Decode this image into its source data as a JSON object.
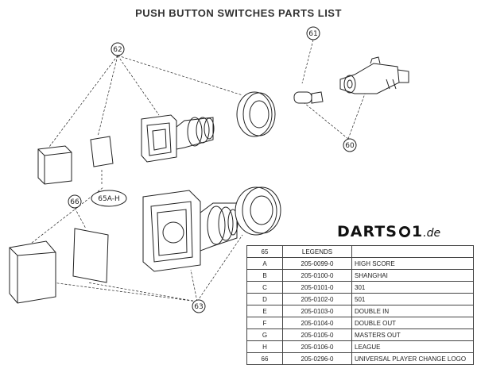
{
  "title": "PUSH BUTTON SWITCHES PARTS LIST",
  "callouts": {
    "c62": "62",
    "c61": "61",
    "c60": "60",
    "c65": "65A-H",
    "c66": "66",
    "c63": "63"
  },
  "logo": {
    "brand": "DARTS",
    "one": "1",
    "suffix": ".de"
  },
  "table": {
    "header": [
      "65",
      "LEGENDS",
      ""
    ],
    "rows": [
      [
        "A",
        "205-0099-0",
        "HIGH SCORE"
      ],
      [
        "B",
        "205-0100-0",
        "SHANGHAI"
      ],
      [
        "C",
        "205-0101-0",
        "301"
      ],
      [
        "D",
        "205-0102-0",
        "501"
      ],
      [
        "E",
        "205-0103-0",
        "DOUBLE IN"
      ],
      [
        "F",
        "205-0104-0",
        "DOUBLE OUT"
      ],
      [
        "G",
        "205-0105-0",
        "MASTERS OUT"
      ],
      [
        "H",
        "205-0106-0",
        "LEAGUE"
      ],
      [
        "66",
        "205-0296-0",
        "UNIVERSAL PLAYER CHANGE LOGO"
      ]
    ]
  }
}
